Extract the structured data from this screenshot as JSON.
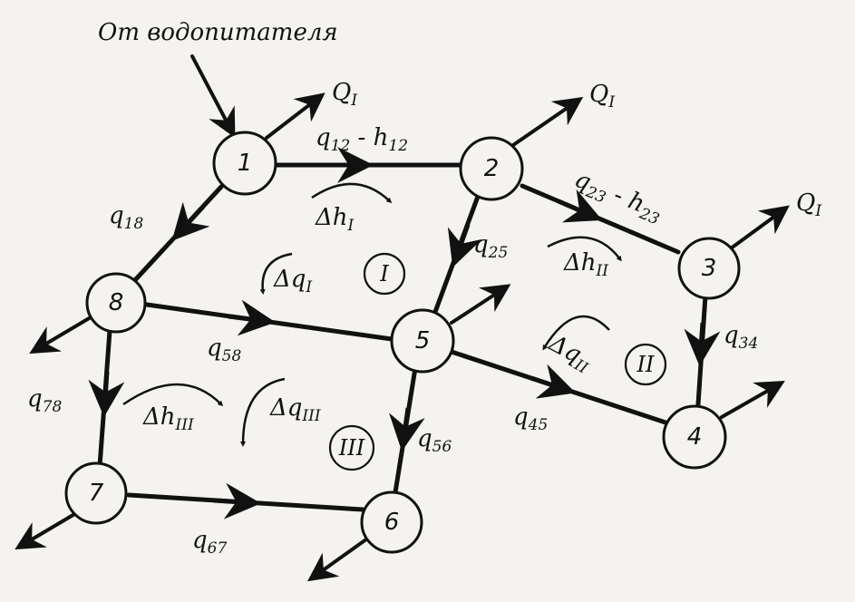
{
  "title": "От водопитателя",
  "nodes": [
    {
      "id": "1",
      "label": "1"
    },
    {
      "id": "2",
      "label": "2"
    },
    {
      "id": "3",
      "label": "3"
    },
    {
      "id": "4",
      "label": "4"
    },
    {
      "id": "5",
      "label": "5"
    },
    {
      "id": "6",
      "label": "6"
    },
    {
      "id": "7",
      "label": "7"
    },
    {
      "id": "8",
      "label": "8"
    }
  ],
  "outflows": {
    "node1": {
      "q": "Q",
      "sub": "I"
    },
    "node2": {
      "q": "Q",
      "sub": "I"
    },
    "node3": {
      "q": "Q",
      "sub": "I"
    }
  },
  "pipes": {
    "p12": {
      "q": "q",
      "qsub": "12",
      "sep": " - ",
      "h": "h",
      "hsub": "12"
    },
    "p23": {
      "q": "q",
      "qsub": "23",
      "sep": " - ",
      "h": "h",
      "hsub": "23"
    },
    "p18": {
      "q": "q",
      "qsub": "18"
    },
    "p25": {
      "q": "q",
      "qsub": "25"
    },
    "p34": {
      "q": "q",
      "qsub": "34"
    },
    "p58": {
      "q": "q",
      "qsub": "58"
    },
    "p45": {
      "q": "q",
      "qsub": "45"
    },
    "p78": {
      "q": "q",
      "qsub": "78"
    },
    "p56": {
      "q": "q",
      "qsub": "56"
    },
    "p67": {
      "q": "q",
      "qsub": "67"
    }
  },
  "loops": [
    {
      "id": "I",
      "roman": "I",
      "dh": "Δh",
      "dq": "Δq",
      "sub": "I"
    },
    {
      "id": "II",
      "roman": "II",
      "dh": "Δh",
      "dq": "Δq",
      "sub": "II"
    },
    {
      "id": "III",
      "roman": "III",
      "dh": "Δh",
      "dq": "Δq",
      "sub": "III"
    }
  ]
}
